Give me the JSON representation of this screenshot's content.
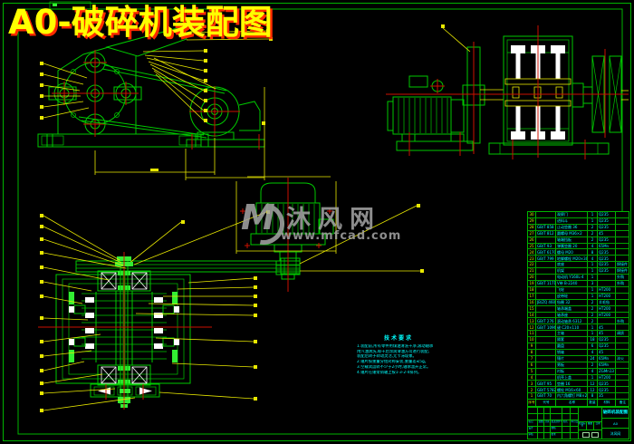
{
  "colors": {
    "background": "#000000",
    "frame_green": "#00b400",
    "line_green": "#00c800",
    "bright_green": "#33ee33",
    "leader_yellow": "#e8e800",
    "centerline_red": "#cc1100",
    "text_cyan": "#00ffff",
    "title_yellow": "#ffff00",
    "title_shadow_red": "#ff2a00",
    "watermark_gray": "#a6a6a6",
    "detail_white": "#ffffff"
  },
  "title": {
    "text": "A0-破碎机装配图"
  },
  "watermark": {
    "logo_letter": "M",
    "name": "沐风网",
    "url": "www.mfcad.com"
  },
  "notes": {
    "heading": "技术要求",
    "lines": [
      "1.装配前,所有零件用煤油清洗干净,滚动轴承",
      "  用汽油清洗,晾干后涂润滑油方可进行装配,",
      "  装配后转子转动灵活,无卡滞现象。",
      "2.锤片按重量分组对称安装,重量差≤5g。",
      "3.空载试运转不少于2小时,轴承温升正常。",
      "4.锤片在锤架销轴上按1-3-2-4排列。"
    ]
  },
  "bom": {
    "headers": [
      "序号",
      "代号",
      "名称",
      "数量",
      "材料",
      "备注"
    ],
    "rows": [
      {
        "no": "30",
        "code": "",
        "name": "观察门",
        "qty": "1",
        "mat": "Q235",
        "rem": ""
      },
      {
        "no": "29",
        "code": "",
        "name": "进料斗",
        "qty": "1",
        "mat": "Q235",
        "rem": ""
      },
      {
        "no": "28",
        "code": "GB/T 858",
        "name": "止动垫圈 36",
        "qty": "2",
        "mat": "Q235",
        "rem": ""
      },
      {
        "no": "27",
        "code": "GB/T 812",
        "name": "圆螺母 M36×2",
        "qty": "2",
        "mat": "45",
        "rem": ""
      },
      {
        "no": "26",
        "code": "",
        "name": "轴端挡板",
        "qty": "2",
        "mat": "Q235",
        "rem": ""
      },
      {
        "no": "25",
        "code": "GB/T 93",
        "name": "弹簧垫圈 20",
        "qty": "4",
        "mat": "65Mn",
        "rem": ""
      },
      {
        "no": "24",
        "code": "GB/T 6170",
        "name": "螺母 M20",
        "qty": "8",
        "mat": "Q235",
        "rem": ""
      },
      {
        "no": "23",
        "code": "GB/T 799",
        "name": "地脚螺栓 M20×300",
        "qty": "4",
        "mat": "Q235",
        "rem": ""
      },
      {
        "no": "22",
        "code": "",
        "name": "底座",
        "qty": "1",
        "mat": "Q235",
        "rem": "焊接件"
      },
      {
        "no": "21",
        "code": "",
        "name": "机架",
        "qty": "1",
        "mat": "Q235",
        "rem": "焊接件"
      },
      {
        "no": "20",
        "code": "",
        "name": "电动机 Y160L-4",
        "qty": "1",
        "mat": "",
        "rem": "外购"
      },
      {
        "no": "19",
        "code": "GB/T 1171",
        "name": "V带 B-2240",
        "qty": "3",
        "mat": "",
        "rem": "外购"
      },
      {
        "no": "18",
        "code": "",
        "name": "飞轮",
        "qty": "1",
        "mat": "HT200",
        "rem": ""
      },
      {
        "no": "17",
        "code": "",
        "name": "皮带轮",
        "qty": "1",
        "mat": "HT200",
        "rem": ""
      },
      {
        "no": "16",
        "code": "JB/ZQ 4606",
        "name": "毡圈 32",
        "qty": "2",
        "mat": "羊毛毡",
        "rem": ""
      },
      {
        "no": "15",
        "code": "",
        "name": "轴承端盖",
        "qty": "2",
        "mat": "HT200",
        "rem": ""
      },
      {
        "no": "14",
        "code": "",
        "name": "轴承座",
        "qty": "2",
        "mat": "HT200",
        "rem": ""
      },
      {
        "no": "13",
        "code": "GB/T 276",
        "name": "滚动轴承 6312",
        "qty": "2",
        "mat": "",
        "rem": "外购"
      },
      {
        "no": "12",
        "code": "GB/T 1096",
        "name": "键 C20×110",
        "qty": "1",
        "mat": "45",
        "rem": ""
      },
      {
        "no": "11",
        "code": "",
        "name": "主轴",
        "qty": "1",
        "mat": "45",
        "rem": "调质"
      },
      {
        "no": "10",
        "code": "",
        "name": "隔套",
        "qty": "18",
        "mat": "Q235",
        "rem": ""
      },
      {
        "no": "9",
        "code": "",
        "name": "圆盘",
        "qty": "6",
        "mat": "Q235",
        "rem": ""
      },
      {
        "no": "8",
        "code": "",
        "name": "销轴",
        "qty": "4",
        "mat": "45",
        "rem": ""
      },
      {
        "no": "7",
        "code": "",
        "name": "锤片",
        "qty": "24",
        "mat": "65Mn",
        "rem": "淬火"
      },
      {
        "no": "6",
        "code": "",
        "name": "筛板",
        "qty": "2",
        "mat": "65Mn",
        "rem": ""
      },
      {
        "no": "5",
        "code": "",
        "name": "衬板",
        "qty": "4",
        "mat": "ZGMn13",
        "rem": ""
      },
      {
        "no": "4",
        "code": "",
        "name": "机壳上盖",
        "qty": "1",
        "mat": "HT200",
        "rem": ""
      },
      {
        "no": "3",
        "code": "GB/T 95",
        "name": "垫圈 16",
        "qty": "12",
        "mat": "Q235",
        "rem": ""
      },
      {
        "no": "2",
        "code": "GB/T 5782",
        "name": "螺栓 M16×60",
        "qty": "12",
        "mat": "Q235",
        "rem": ""
      },
      {
        "no": "1",
        "code": "GB/T 70",
        "name": "内六角螺钉 M8×25",
        "qty": "8",
        "mat": "35",
        "rem": ""
      }
    ]
  },
  "title_block": {
    "rev_row": [
      "标记",
      "处数",
      "分区",
      "更改文件号",
      "签名",
      "年月日"
    ],
    "sign_labels": [
      "设计",
      "校核",
      "审核",
      "批准"
    ],
    "stage_labels": [
      "阶段标记",
      "重量",
      "比例"
    ],
    "name_cell": "破碎机装配图",
    "code_cell": "A0",
    "org_cell": "沐风网"
  }
}
